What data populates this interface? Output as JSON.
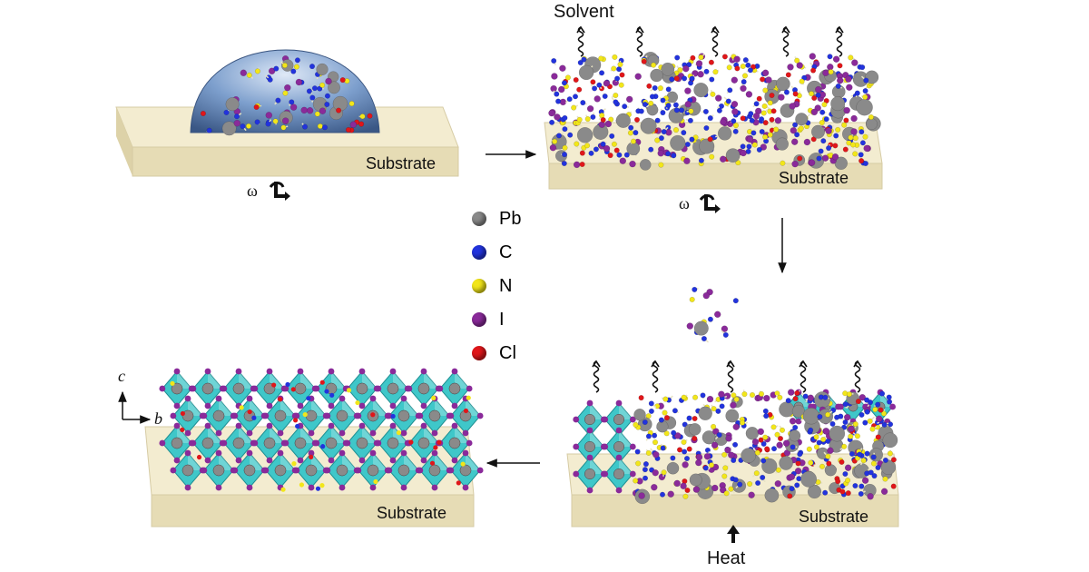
{
  "labels": {
    "substrate": "Substrate",
    "solvent": "Solvent",
    "heat": "Heat",
    "omega": "ω",
    "axis_c": "c",
    "axis_b": "b"
  },
  "legend": [
    {
      "symbol": "Pb",
      "color": "#8a8a8a"
    },
    {
      "symbol": "C",
      "color": "#2233dd"
    },
    {
      "symbol": "N",
      "color": "#f2e61a"
    },
    {
      "symbol": "I",
      "color": "#8a2a9a"
    },
    {
      "symbol": "Cl",
      "color": "#e0161a"
    }
  ],
  "colors": {
    "substrate_top": "#f3ecd0",
    "substrate_front": "#e6dcb5",
    "octahedron": "#3fc7c9",
    "droplet": "#6f8fbe"
  }
}
